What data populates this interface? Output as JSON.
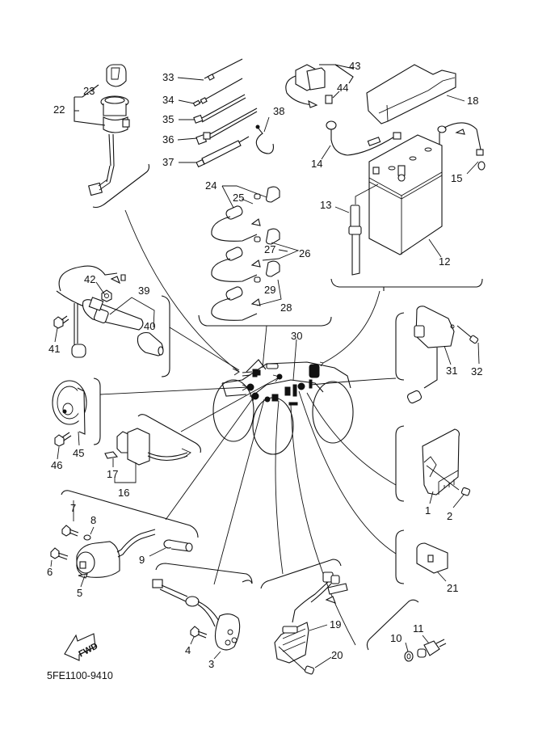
{
  "diagram": {
    "title": "Electrical parts exploded diagram",
    "drawing_code": "5FE1100-9410",
    "direction_label": "FWD",
    "callouts": [
      "1",
      "2",
      "3",
      "4",
      "5",
      "6",
      "7",
      "8",
      "9",
      "10",
      "11",
      "12",
      "13",
      "14",
      "15",
      "16",
      "17",
      "18",
      "19",
      "20",
      "21",
      "22",
      "23",
      "24",
      "25",
      "26",
      "27",
      "28",
      "29",
      "30",
      "31",
      "32",
      "33",
      "34",
      "35",
      "36",
      "37",
      "38",
      "39",
      "40",
      "41",
      "42",
      "43",
      "44",
      "45",
      "46"
    ],
    "parts": {
      "ignition_switch": {
        "group": "22",
        "key_cover": "23"
      },
      "cable_ties": [
        "33",
        "34",
        "35",
        "36",
        "37"
      ],
      "clamp": "38",
      "relay_assembly": {
        "group": "43",
        "part": "44"
      },
      "battery_cover": "18",
      "battery_cable_neg": "14",
      "battery_cable_pos": "15",
      "breather_pipe": "13",
      "battery": "12",
      "spark_plug_caps": {
        "group_a": "24",
        "cap_a": "25",
        "group_b": "26",
        "cap_b": "27",
        "group_c": "28",
        "cap_c": "29"
      },
      "speed_sensor": {
        "group": "39",
        "cover": "40",
        "bolt": "41",
        "nut": "42"
      },
      "wire_harness": "30",
      "relay": {
        "part": "31",
        "bolt": "32"
      },
      "horn": {
        "part": "45",
        "bolt": "46"
      },
      "coupler": {
        "group": "16",
        "part": "17"
      },
      "igniter": {
        "part": "1",
        "bolt": "2"
      },
      "diode": "21",
      "starter_relay": {
        "part": "5",
        "bolt_a": "6",
        "bolt_b": "7",
        "washer": "8",
        "cap": "9"
      },
      "neutral_switch": {
        "part": "3",
        "bolt": "4"
      },
      "rectifier_regulator": {
        "part": "19",
        "bolt": "20"
      },
      "thermo_switch": {
        "gasket": "10",
        "switch": "11"
      }
    }
  }
}
